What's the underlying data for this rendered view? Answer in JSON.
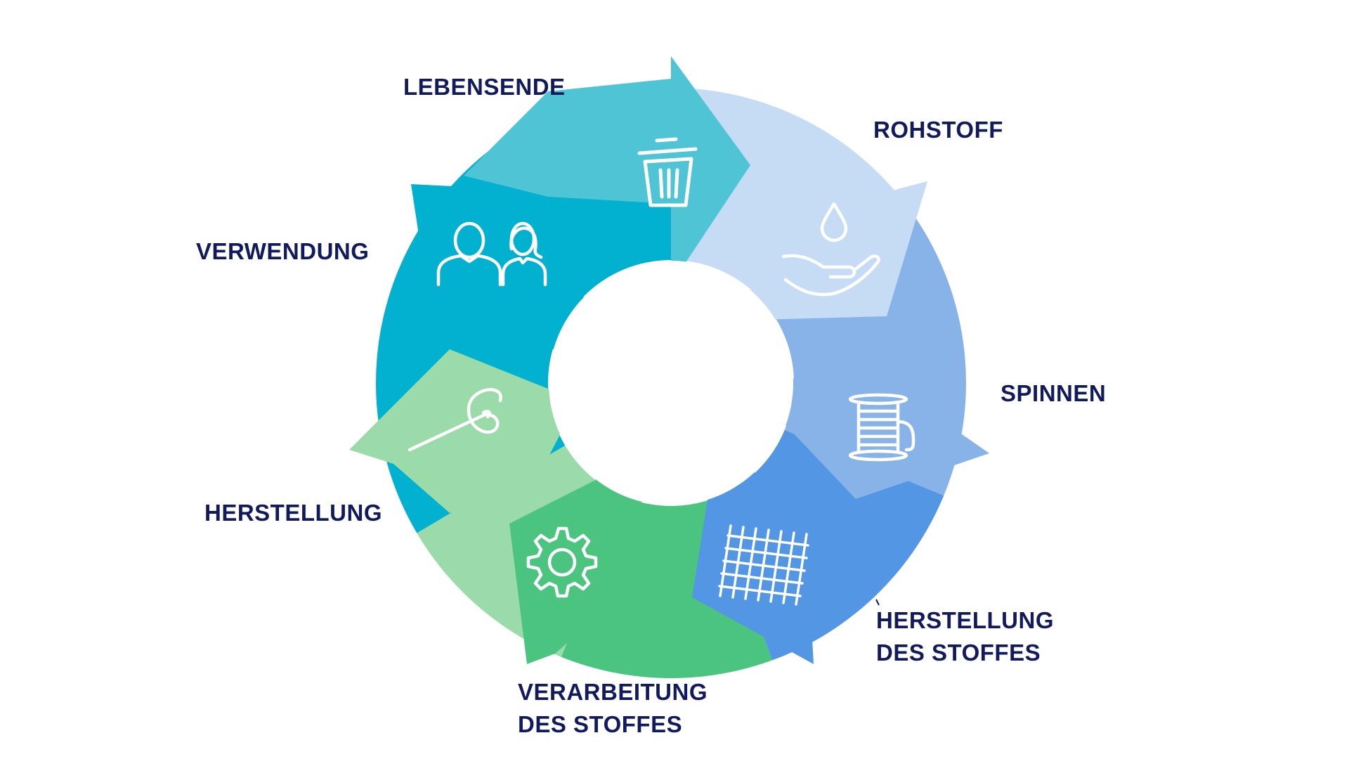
{
  "colors": {
    "label_text": "#121a5e",
    "lebensende": "#4fc4d5",
    "rohstoff": "#c6dcf5",
    "spinnen": "#87b3e9",
    "herstellung_des_stoffes": "#5396e3",
    "verarbeitung_des_stoffes": "#4bc480",
    "herstellung": "#9bdaa9",
    "verwendung": "#02b0cf",
    "icon_stroke": "#ffffff"
  },
  "stages": [
    {
      "key": "lebensende",
      "lines": [
        "LEBENSENDE"
      ],
      "icon": "trash-can-icon"
    },
    {
      "key": "rohstoff",
      "lines": [
        "ROHSTOFF"
      ],
      "icon": "water-drop-hand-icon"
    },
    {
      "key": "spinnen",
      "lines": [
        "SPINNEN"
      ],
      "icon": "thread-spool-icon"
    },
    {
      "key": "herstellung_des_stoffes",
      "lines": [
        "HERSTELLUNG",
        "DES STOFFES"
      ],
      "icon": "fabric-weave-icon"
    },
    {
      "key": "verarbeitung_des_stoffes",
      "lines": [
        "VERARBEITUNG",
        "DES STOFFES"
      ],
      "icon": "gear-icon"
    },
    {
      "key": "herstellung",
      "lines": [
        "HERSTELLUNG"
      ],
      "icon": "needle-thread-icon"
    },
    {
      "key": "verwendung",
      "lines": [
        "VERWENDUNG"
      ],
      "icon": "people-icon"
    }
  ]
}
